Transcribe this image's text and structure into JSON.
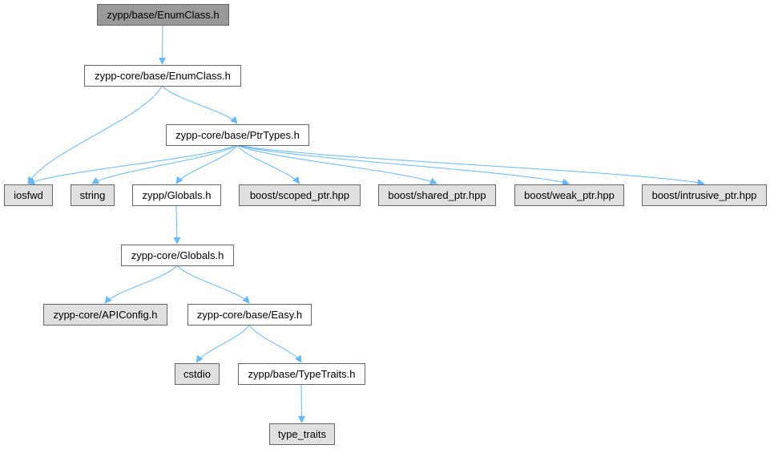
{
  "colors": {
    "edge": "#63b8ff",
    "root_fill": "#999999",
    "internal_fill": "#ffffff",
    "external_fill": "#e0e0e0",
    "border": "#666666"
  },
  "nodes": [
    {
      "id": "n0",
      "label": "zypp/base/EnumClass.h",
      "kind": "root"
    },
    {
      "id": "n1",
      "label": "zypp-core/base/EnumClass.h",
      "kind": "internal"
    },
    {
      "id": "n2",
      "label": "zypp-core/base/PtrTypes.h",
      "kind": "internal"
    },
    {
      "id": "n3",
      "label": "iosfwd",
      "kind": "external"
    },
    {
      "id": "n4",
      "label": "string",
      "kind": "external"
    },
    {
      "id": "n5",
      "label": "zypp/Globals.h",
      "kind": "internal"
    },
    {
      "id": "n6",
      "label": "boost/scoped_ptr.hpp",
      "kind": "external"
    },
    {
      "id": "n7",
      "label": "boost/shared_ptr.hpp",
      "kind": "external"
    },
    {
      "id": "n8",
      "label": "boost/weak_ptr.hpp",
      "kind": "external"
    },
    {
      "id": "n9",
      "label": "boost/intrusive_ptr.hpp",
      "kind": "external"
    },
    {
      "id": "n10",
      "label": "zypp-core/Globals.h",
      "kind": "internal"
    },
    {
      "id": "n11",
      "label": "zypp-core/APIConfig.h",
      "kind": "external"
    },
    {
      "id": "n12",
      "label": "zypp-core/base/Easy.h",
      "kind": "internal"
    },
    {
      "id": "n13",
      "label": "cstdio",
      "kind": "external"
    },
    {
      "id": "n14",
      "label": "zypp/base/TypeTraits.h",
      "kind": "internal"
    },
    {
      "id": "n15",
      "label": "type_traits",
      "kind": "external"
    }
  ],
  "edges": [
    [
      "n0",
      "n1"
    ],
    [
      "n1",
      "n3"
    ],
    [
      "n1",
      "n2"
    ],
    [
      "n2",
      "n3"
    ],
    [
      "n2",
      "n4"
    ],
    [
      "n2",
      "n5"
    ],
    [
      "n2",
      "n6"
    ],
    [
      "n2",
      "n7"
    ],
    [
      "n2",
      "n8"
    ],
    [
      "n2",
      "n9"
    ],
    [
      "n5",
      "n10"
    ],
    [
      "n10",
      "n11"
    ],
    [
      "n10",
      "n12"
    ],
    [
      "n12",
      "n13"
    ],
    [
      "n12",
      "n14"
    ],
    [
      "n14",
      "n15"
    ]
  ]
}
